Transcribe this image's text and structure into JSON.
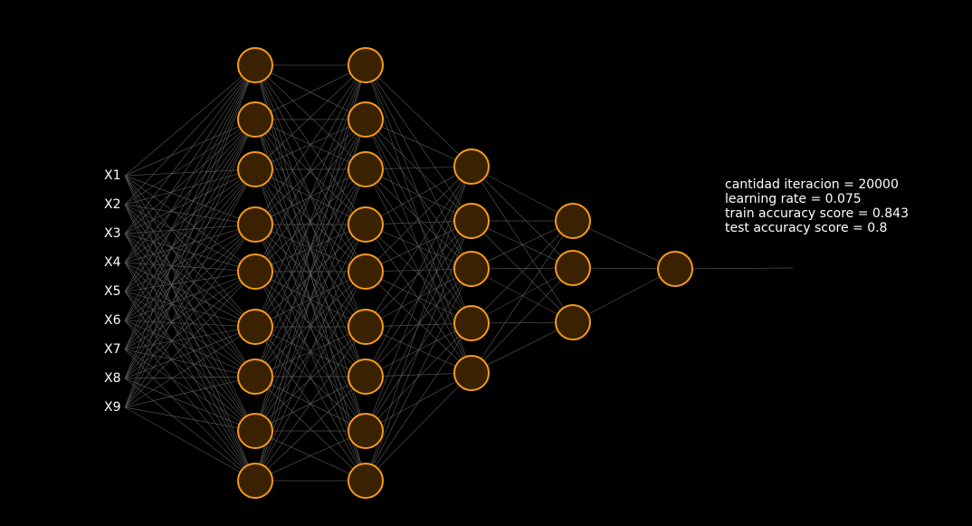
{
  "network": {
    "input_labels": [
      "X1",
      "X2",
      "X3",
      "X4",
      "X5",
      "X6",
      "X7",
      "X8",
      "X9"
    ],
    "layer_sizes": [
      9,
      9,
      5,
      3,
      1
    ],
    "colors": {
      "background": "#000000",
      "neuron_fill": "#3a2200",
      "neuron_stroke": "#f59a1b",
      "connection": "#5a5a5a",
      "text": "#ffffff"
    }
  },
  "info": {
    "lines": [
      "cantidad iteracion = 20000",
      "learning rate = 0.075",
      "train accuracy score = 0.843",
      "test accuracy score = 0.8"
    ]
  }
}
